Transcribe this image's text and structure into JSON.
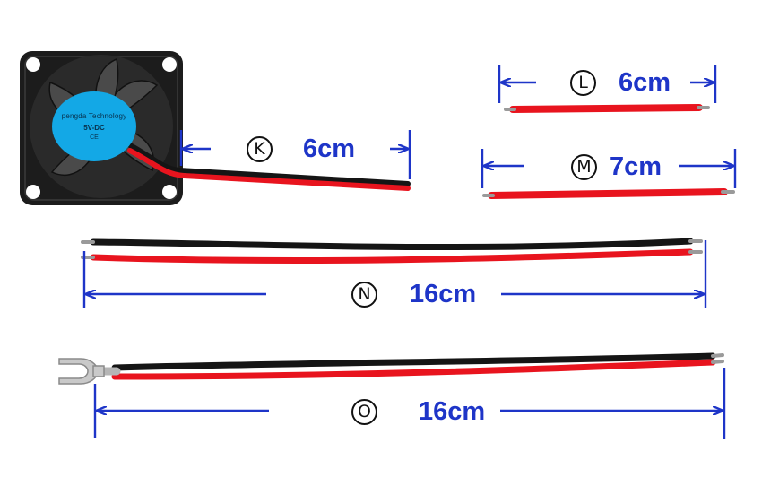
{
  "colors": {
    "dimension": "#1e35c8",
    "wire_red": "#e8141e",
    "wire_black": "#151515",
    "fan_body": "#1c1c1c",
    "fan_label": "#13a8e6"
  },
  "fan": {
    "brand": "pengda Technology",
    "voltage": "5V-DC",
    "cert": "CE"
  },
  "labels": {
    "k": {
      "letter": "K",
      "length": "6cm"
    },
    "l": {
      "letter": "L",
      "length": "6cm"
    },
    "m": {
      "letter": "M",
      "length": "7cm"
    },
    "n": {
      "letter": "N",
      "length": "16cm"
    },
    "o": {
      "letter": "O",
      "length": "16cm"
    }
  }
}
